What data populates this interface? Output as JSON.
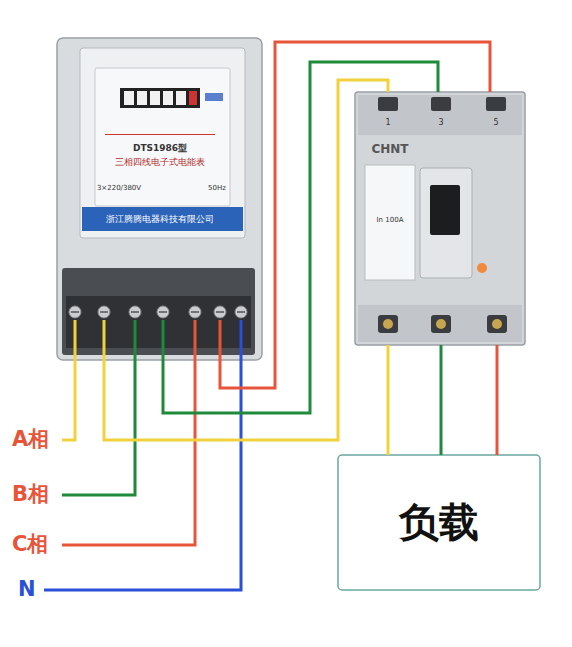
{
  "diagram": {
    "nodes": [
      {
        "text": [
          "DTS1986型",
          "三相四线电子式电能表",
          "3×220/380V",
          "50Hz",
          "浙江腾腾电器科技有限公司"
        ]
      },
      {
        "text": [
          "1",
          "3",
          "5",
          "CHNT",
          "In 100A"
        ]
      },
      {
        "text": [
          "负载"
        ]
      }
    ],
    "edges": [
      {
        "from": 0,
        "to": 1,
        "arrow": "none"
      },
      {
        "from": 0,
        "to": 1,
        "arrow": "none"
      },
      {
        "from": 0,
        "to": 1,
        "arrow": "none"
      },
      {
        "from": 1,
        "to": 2,
        "arrow": "none"
      },
      {
        "from": 1,
        "to": 2,
        "arrow": "none"
      },
      {
        "from": 1,
        "to": 2,
        "arrow": "none"
      }
    ],
    "labels": [
      "A相",
      "B相",
      "C相",
      "N"
    ]
  }
}
